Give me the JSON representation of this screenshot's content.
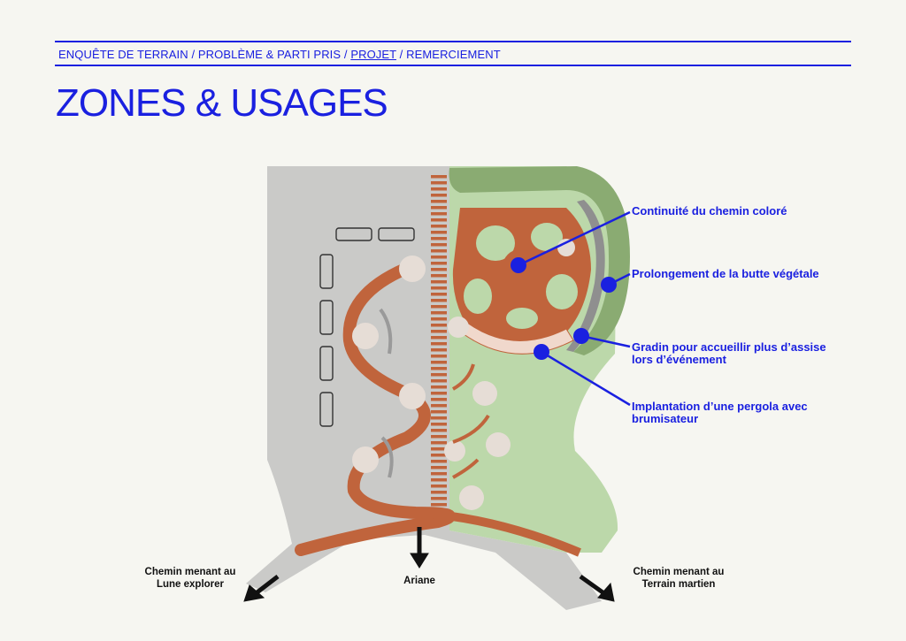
{
  "nav": {
    "items": [
      {
        "label": "ENQUÊTE DE TERRAIN"
      },
      {
        "label": " / "
      },
      {
        "label": "PROBLÈME & PARTI PRIS"
      },
      {
        "label": " / "
      },
      {
        "label": "PROJET"
      },
      {
        "label": " / "
      },
      {
        "label": "REMERCIEMENT"
      }
    ],
    "active": "PROJET"
  },
  "title": "ZONES & USAGES",
  "callouts": {
    "chemin": "Continuité du chemin coloré",
    "butte": "Prolongement de la butte végétale",
    "gradin_1": "Gradin pour accueillir plus d’assise",
    "gradin_2": "lors d’événement",
    "pergola_1": "Implantation d’une pergola avec",
    "pergola_2": "brumisateur"
  },
  "directions": {
    "left_1": "Chemin menant au",
    "left_2": "Lune explorer",
    "center": "Ariane",
    "right_1": "Chemin menant au",
    "right_2": "Terrain martien"
  },
  "colors": {
    "accent": "#1a20e0",
    "path": "#c0643c",
    "grass": "#bcd8aa",
    "butte": "#8aab72",
    "ground": "#cacac8"
  }
}
